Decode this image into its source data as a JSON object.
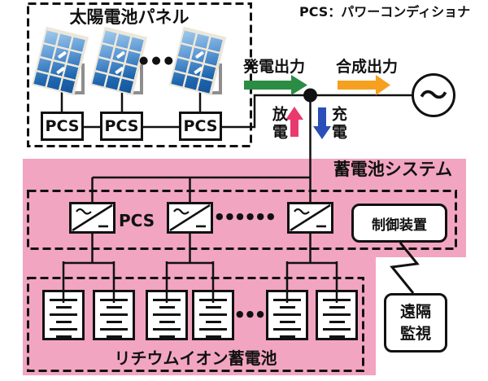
{
  "header": {
    "pcs_legend": "PCS：パワーコンディショナ"
  },
  "solar": {
    "title": "太陽電池パネル",
    "pcs1": "PCS",
    "pcs2": "PCS",
    "pcs3": "PCS",
    "panel_dots": "●●●"
  },
  "flows": {
    "generation": "発電出力",
    "combined": "合成出力",
    "discharge": "放電",
    "charge": "充電"
  },
  "grid_source": {
    "ac_symbol": "～"
  },
  "battery_system": {
    "title": "蓄電池システム",
    "pcs_label": "PCS",
    "inverter_dots": "●●●●●●",
    "controller": "制御装置",
    "battery_section_title": "リチウムイオン蓄電池",
    "battery_dots": "●●●"
  },
  "remote_monitoring": {
    "line1": "遠隔",
    "line2": "監視"
  },
  "colors": {
    "generation_arrow": "#2B8C44",
    "combined_arrow": "#F5A01E",
    "discharge_arrow": "#E93A6D",
    "charge_arrow": "#2A4FB8",
    "battery_system_bg": "#F2A5C0",
    "panel_blue_light": "#A5CDEC",
    "panel_blue_dark": "#14549C",
    "line_color": "#111111"
  }
}
